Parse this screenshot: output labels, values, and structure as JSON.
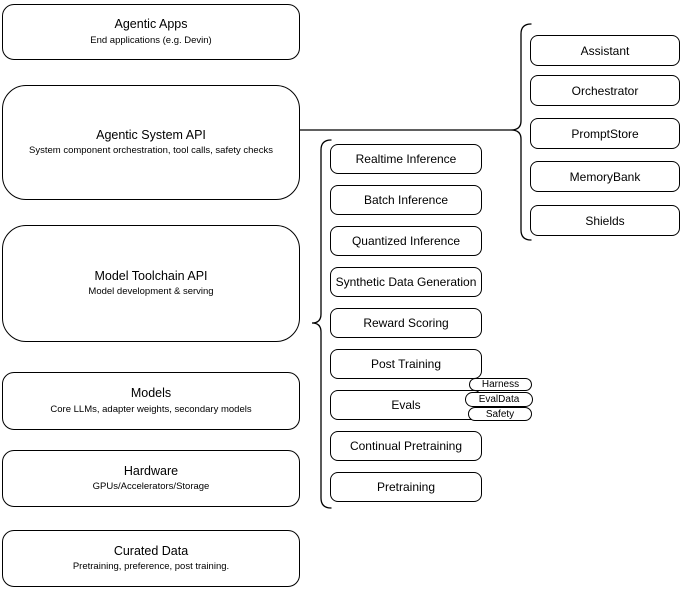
{
  "diagram": {
    "left_column": [
      {
        "title": "Agentic Apps",
        "subtitle": "End applications (e.g. Devin)"
      },
      {
        "title": "Agentic System API",
        "subtitle": "System component orchestration, tool calls, safety checks"
      },
      {
        "title": "Model Toolchain API",
        "subtitle": "Model development & serving"
      },
      {
        "title": "Models",
        "subtitle": "Core LLMs, adapter weights, secondary models"
      },
      {
        "title": "Hardware",
        "subtitle": "GPUs/Accelerators/Storage"
      },
      {
        "title": "Curated Data",
        "subtitle": "Pretraining, preference, post training."
      }
    ],
    "middle_column": [
      "Realtime Inference",
      "Batch Inference",
      "Quantized Inference",
      "Synthetic Data Generation",
      "Reward Scoring",
      "Post Training",
      "Evals",
      "Continual Pretraining",
      "Pretraining"
    ],
    "evals_tags": [
      "Harness",
      "EvalData",
      "Safety"
    ],
    "right_column": [
      "Assistant",
      "Orchestrator",
      "PromptStore",
      "MemoryBank",
      "Shields"
    ],
    "colors": {
      "stroke": "#000000",
      "fill": "#ffffff",
      "text": "#000000"
    }
  }
}
